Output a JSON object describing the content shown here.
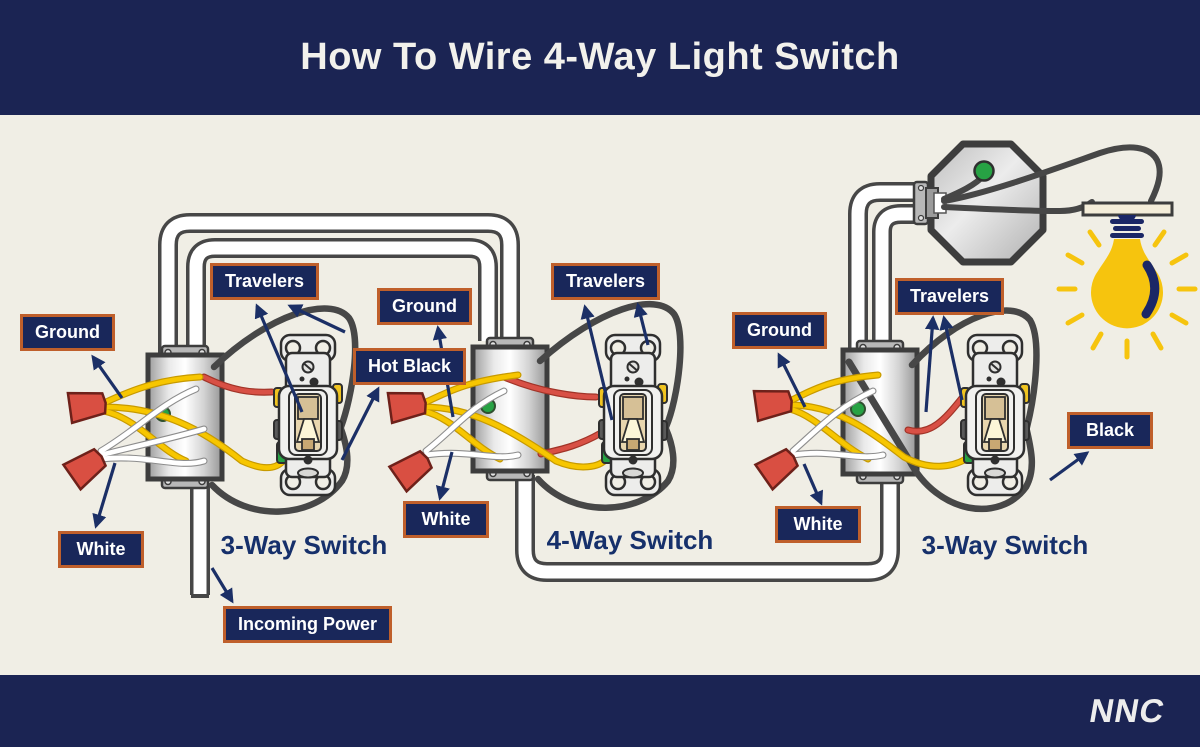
{
  "header": {
    "title": "How To Wire 4-Way Light Switch"
  },
  "footer": {
    "logo_text": "NNC"
  },
  "colors": {
    "navy_band": "#1b2453",
    "label_background": "#19275a",
    "label_border": "#bf5f2b",
    "label_text": "#ffffff",
    "background": "#f0eee5",
    "diagram_text": "#16306b",
    "wire_yellow": "#f7c600",
    "wire_red": "#d14b40",
    "wire_white": "#ffffff",
    "wire_black": "#474747",
    "ground_green": "#27a244",
    "wire_nut_red": "#d94f42",
    "bulb_yellow": "#f6c40e"
  },
  "diagram": {
    "labels": [
      {
        "id": "ground-left",
        "text": "Ground"
      },
      {
        "id": "travelers-left",
        "text": "Travelers"
      },
      {
        "id": "hot-black",
        "text": "Hot Black"
      },
      {
        "id": "ground-middle",
        "text": "Ground"
      },
      {
        "id": "travelers-middle",
        "text": "Travelers"
      },
      {
        "id": "white-left",
        "text": "White"
      },
      {
        "id": "white-middle",
        "text": "White"
      },
      {
        "id": "incoming-power",
        "text": "Incoming Power"
      },
      {
        "id": "ground-right",
        "text": "Ground"
      },
      {
        "id": "travelers-right",
        "text": "Travelers"
      },
      {
        "id": "white-right",
        "text": "White"
      },
      {
        "id": "black",
        "text": "Black"
      }
    ],
    "switch_titles": [
      {
        "id": "switch-1",
        "text": "3-Way Switch"
      },
      {
        "id": "switch-2",
        "text": "4-Way Switch"
      },
      {
        "id": "switch-3",
        "text": "3-Way Switch"
      }
    ]
  }
}
